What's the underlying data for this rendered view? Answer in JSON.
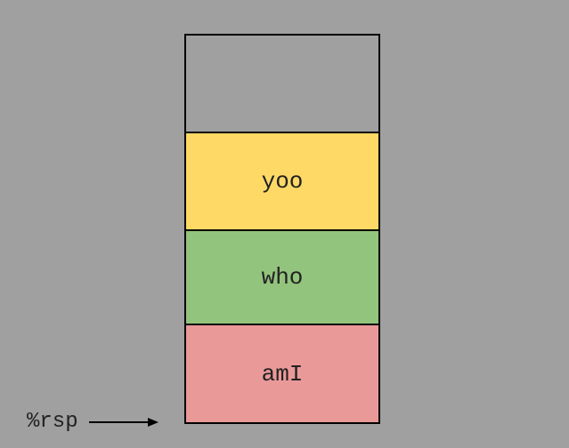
{
  "stack": {
    "frames": [
      {
        "label": "",
        "color": "#a0a0a0"
      },
      {
        "label": "yoo",
        "color": "#ffd966"
      },
      {
        "label": "who",
        "color": "#93c47d"
      },
      {
        "label": "amI",
        "color": "#ea9999"
      }
    ]
  },
  "pointer": {
    "label": "%rsp",
    "icon": "right-arrow-icon"
  }
}
